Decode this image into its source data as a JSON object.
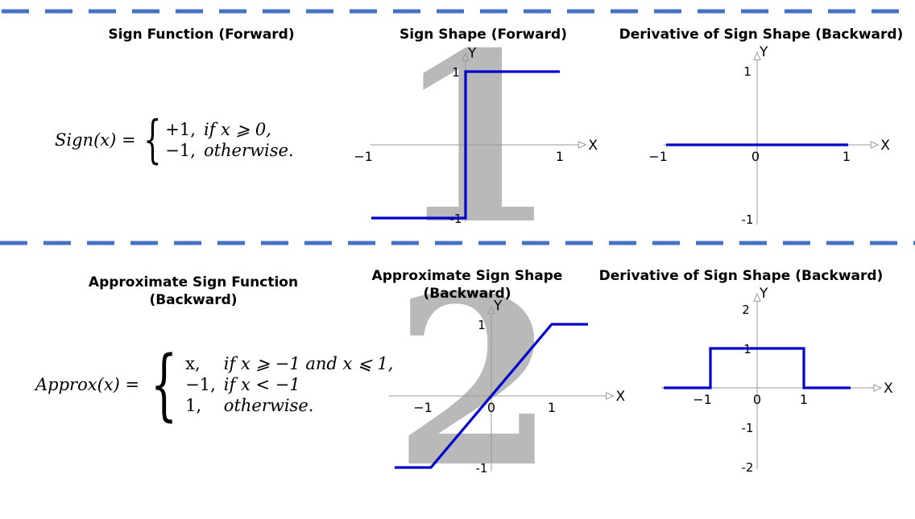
{
  "sections": [
    {
      "number": "1",
      "panel_titles": {
        "function": "Sign Function (Forward)",
        "shape": "Sign Shape (Forward)",
        "derivative": "Derivative of Sign Shape (Backward)"
      },
      "formula": {
        "lhs": "Sign(x) =",
        "cases": [
          {
            "value": "+1,",
            "condition": "if x ⩾ 0,"
          },
          {
            "value": "−1,",
            "condition": "otherwise."
          }
        ]
      }
    },
    {
      "number": "2",
      "panel_titles": {
        "function": "Approximate Sign Function\n(Backward)",
        "shape": "Approximate Sign Shape\n(Backward)",
        "derivative": "Derivative of Sign Shape (Backward)"
      },
      "formula": {
        "lhs": "Approx(x) =",
        "cases": [
          {
            "value": "x,",
            "condition": "if x ⩾ −1 and x ⩽ 1,"
          },
          {
            "value": "−1,",
            "condition": "if x < −1"
          },
          {
            "value": "1,",
            "condition": "otherwise."
          }
        ]
      }
    }
  ],
  "colors": {
    "curve": "#0000cc",
    "divider": "#4472c4",
    "axis": "#999999",
    "watermark": "#b9b9b9"
  },
  "chart_data": [
    {
      "type": "line",
      "name": "sign-shape-forward",
      "xlabel": "X",
      "ylabel": "Y",
      "xticks": [
        "−1",
        "1"
      ],
      "yticks": [
        "1",
        "-1"
      ],
      "x": [
        -1,
        0,
        0,
        1
      ],
      "y": [
        -1,
        -1,
        1,
        1
      ]
    },
    {
      "type": "line",
      "name": "sign-derivative-forward-section",
      "xlabel": "X",
      "ylabel": "Y",
      "xticks": [
        "−1",
        "0",
        "1"
      ],
      "yticks": [
        "1",
        "-1"
      ],
      "x": [
        -1,
        1
      ],
      "y": [
        0,
        0
      ]
    },
    {
      "type": "line",
      "name": "approx-sign-shape",
      "xlabel": "X",
      "ylabel": "Y",
      "xticks": [
        "−1",
        "0",
        "1"
      ],
      "yticks": [
        "1",
        "-1"
      ],
      "x": [
        -1.6,
        -1,
        1,
        1.6
      ],
      "y": [
        -1,
        -1,
        1,
        1
      ]
    },
    {
      "type": "line",
      "name": "approx-sign-derivative",
      "xlabel": "X",
      "ylabel": "Y",
      "xticks": [
        "−1",
        "0",
        "1"
      ],
      "yticks": [
        "2",
        "1",
        "-1",
        "-2"
      ],
      "x": [
        -2,
        -1,
        -1,
        1,
        1,
        2
      ],
      "y": [
        0,
        0,
        1,
        1,
        0,
        0
      ]
    }
  ]
}
